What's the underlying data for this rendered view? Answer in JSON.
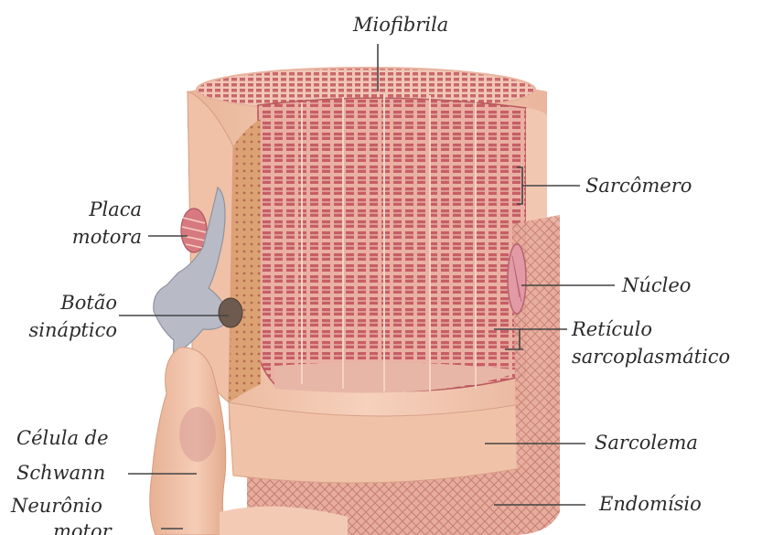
{
  "labels": {
    "miofibrila": "Miofibrila",
    "sarcomero": "Sarcômero",
    "placa_motora_1": "Placa",
    "placa_motora_2": "motora",
    "nucleo": "Núcleo",
    "botao_1": "Botão",
    "botao_2": "sináptico",
    "reticulo_1": "Retículo",
    "reticulo_2": "sarcoplasmático",
    "schwann_1": "Célula de",
    "schwann_2": "Schwann",
    "sarcolema": "Sarcolema",
    "neuronio_1": "Neurônio",
    "neuronio_2": "motor",
    "endomisio": "Endomísio"
  },
  "colors": {
    "text": "#2b2b2b",
    "leader": "#444444",
    "sarcolemma": "#f1c3aa",
    "myofibril": "#c9676c",
    "myofibril_light": "#e7a59e",
    "endomysium": "#e2a394",
    "nerve": "#b9bcc6",
    "schwann": "#eec0a4",
    "background": "#ffffff"
  },
  "icons": [
    "muscle-fiber-illustration",
    "motor-neuron-illustration"
  ]
}
